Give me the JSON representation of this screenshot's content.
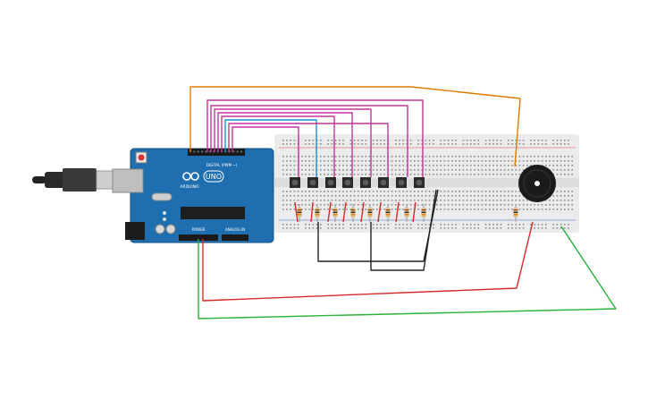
{
  "board": {
    "logo_text": "UNO",
    "brand_text": "ARDUINO",
    "digital_label": "DIGITAL (PWM ~)",
    "power_label": "POWER",
    "analog_label": "ANALOG IN"
  },
  "colors": {
    "board": "#1f6fb0",
    "board_dark": "#14507f",
    "breadboard": "#ebebeb",
    "wire_orange": "#e07b00",
    "wire_magenta": "#c2339a",
    "wire_blue": "#1a8fd0",
    "wire_red": "#d42a2a",
    "wire_green": "#2bb33a",
    "wire_black": "#222222",
    "resistor": "#d9c08a",
    "buzzer": "#1b1b1b"
  },
  "components": {
    "pushbuttons": 8,
    "resistors": 9,
    "buzzers": 1
  }
}
